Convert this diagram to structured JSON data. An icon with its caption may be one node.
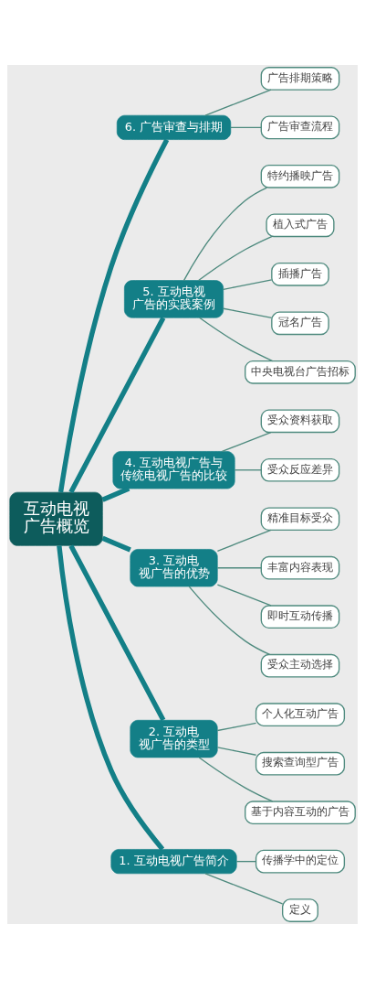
{
  "diagram": {
    "nodes": [
      {
        "text": [
          "广告排期策略"
        ]
      },
      {
        "text": [
          "广告审查流程"
        ]
      },
      {
        "text": [
          "6. 广告审查与排期"
        ]
      },
      {
        "text": [
          "特约播映广告"
        ]
      },
      {
        "text": [
          "植入式广告"
        ]
      },
      {
        "text": [
          "插播广告"
        ]
      },
      {
        "text": [
          "冠名广告"
        ]
      },
      {
        "text": [
          "中央电视台广告招标"
        ]
      },
      {
        "text": [
          "5. 互动电视广告的实践案例"
        ]
      },
      {
        "text": [
          "受众资料获取"
        ]
      },
      {
        "text": [
          "受众反应差异"
        ]
      },
      {
        "text": [
          "4. 互动电视广告与传统电视广告的比较"
        ]
      },
      {
        "text": [
          "精准目标受众"
        ]
      },
      {
        "text": [
          "丰富内容表现"
        ]
      },
      {
        "text": [
          "即时互动传播"
        ]
      },
      {
        "text": [
          "受众主动选择"
        ]
      },
      {
        "text": [
          "3. 互动电视广告的优势"
        ]
      },
      {
        "text": [
          "个人化互动广告"
        ]
      },
      {
        "text": [
          "搜索查询型广告"
        ]
      },
      {
        "text": [
          "基于内容互动的广告"
        ]
      },
      {
        "text": [
          "2. 互动电视广告的类型"
        ]
      },
      {
        "text": [
          "传播学中的定位"
        ]
      },
      {
        "text": [
          "定义"
        ]
      },
      {
        "text": [
          "1. 互动电视广告简介"
        ]
      },
      {
        "text": [
          "互动电视广告概览"
        ]
      }
    ],
    "edges": [
      {
        "from": 24,
        "to": 2,
        "arrow": "none",
        "style": "thick",
        "color": "#137f87"
      },
      {
        "from": 24,
        "to": 8,
        "arrow": "none",
        "style": "thick",
        "color": "#137f87"
      },
      {
        "from": 24,
        "to": 11,
        "arrow": "none",
        "style": "thick",
        "color": "#137f87"
      },
      {
        "from": 24,
        "to": 16,
        "arrow": "none",
        "style": "thick",
        "color": "#137f87"
      },
      {
        "from": 24,
        "to": 20,
        "arrow": "none",
        "style": "thick",
        "color": "#137f87"
      },
      {
        "from": 24,
        "to": 23,
        "arrow": "none",
        "style": "thick",
        "color": "#137f87"
      },
      {
        "from": 2,
        "to": 0,
        "arrow": "none"
      },
      {
        "from": 2,
        "to": 1,
        "arrow": "none"
      },
      {
        "from": 8,
        "to": 3,
        "arrow": "none"
      },
      {
        "from": 8,
        "to": 4,
        "arrow": "none"
      },
      {
        "from": 8,
        "to": 5,
        "arrow": "none"
      },
      {
        "from": 8,
        "to": 6,
        "arrow": "none"
      },
      {
        "from": 8,
        "to": 7,
        "arrow": "none"
      },
      {
        "from": 11,
        "to": 9,
        "arrow": "none"
      },
      {
        "from": 11,
        "to": 10,
        "arrow": "none"
      },
      {
        "from": 16,
        "to": 12,
        "arrow": "none"
      },
      {
        "from": 16,
        "to": 13,
        "arrow": "none"
      },
      {
        "from": 16,
        "to": 14,
        "arrow": "none"
      },
      {
        "from": 16,
        "to": 15,
        "arrow": "none"
      },
      {
        "from": 20,
        "to": 17,
        "arrow": "none"
      },
      {
        "from": 20,
        "to": 18,
        "arrow": "none"
      },
      {
        "from": 20,
        "to": 19,
        "arrow": "none"
      },
      {
        "from": 23,
        "to": 21,
        "arrow": "none"
      },
      {
        "from": 23,
        "to": 22,
        "arrow": "none"
      }
    ]
  }
}
